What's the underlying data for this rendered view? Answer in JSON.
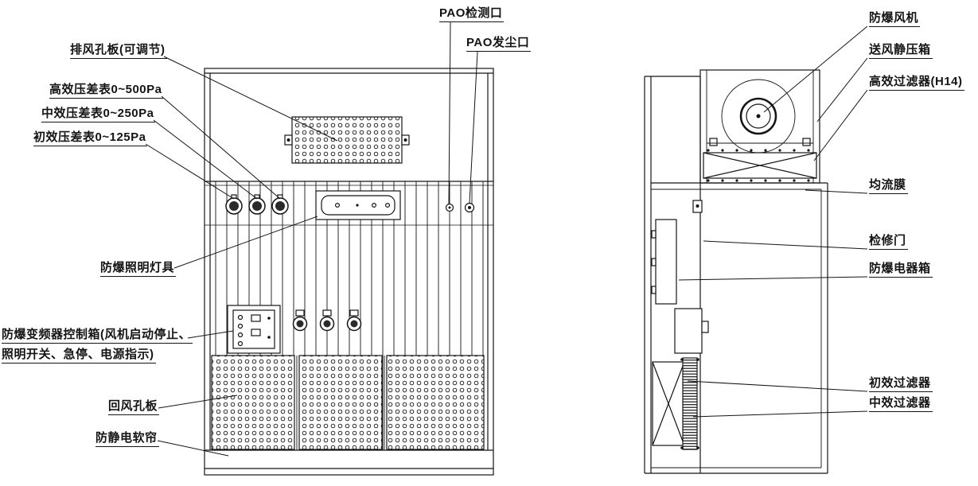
{
  "colors": {
    "ink": "#141414",
    "background": "#ffffff"
  },
  "front_view": {
    "labels": {
      "exhaust_plate": "排风孔板(可调节)",
      "hepa_gauge": "高效压差表0~500Pa",
      "mid_gauge": "中效压差表0~250Pa",
      "pre_gauge": "初效压差表0~125Pa",
      "pao_test": "PAO检测口",
      "pao_dust": "PAO发尘口",
      "light": "防爆照明灯具",
      "control_line1": "防爆变频器控制箱(风机启动停止、",
      "control_line2": "照明开关、急停、电源指示)",
      "return_plate": "回风孔板",
      "antistatic": "防静电软帘"
    }
  },
  "side_view": {
    "labels": {
      "fan": "防爆风机",
      "plenum": "送风静压箱",
      "hepa": "高效过滤器(H14)",
      "membrane": "均流膜",
      "door": "检修门",
      "ebox": "防爆电器箱",
      "pre_filter": "初效过滤器",
      "mid_filter": "中效过滤器"
    }
  }
}
